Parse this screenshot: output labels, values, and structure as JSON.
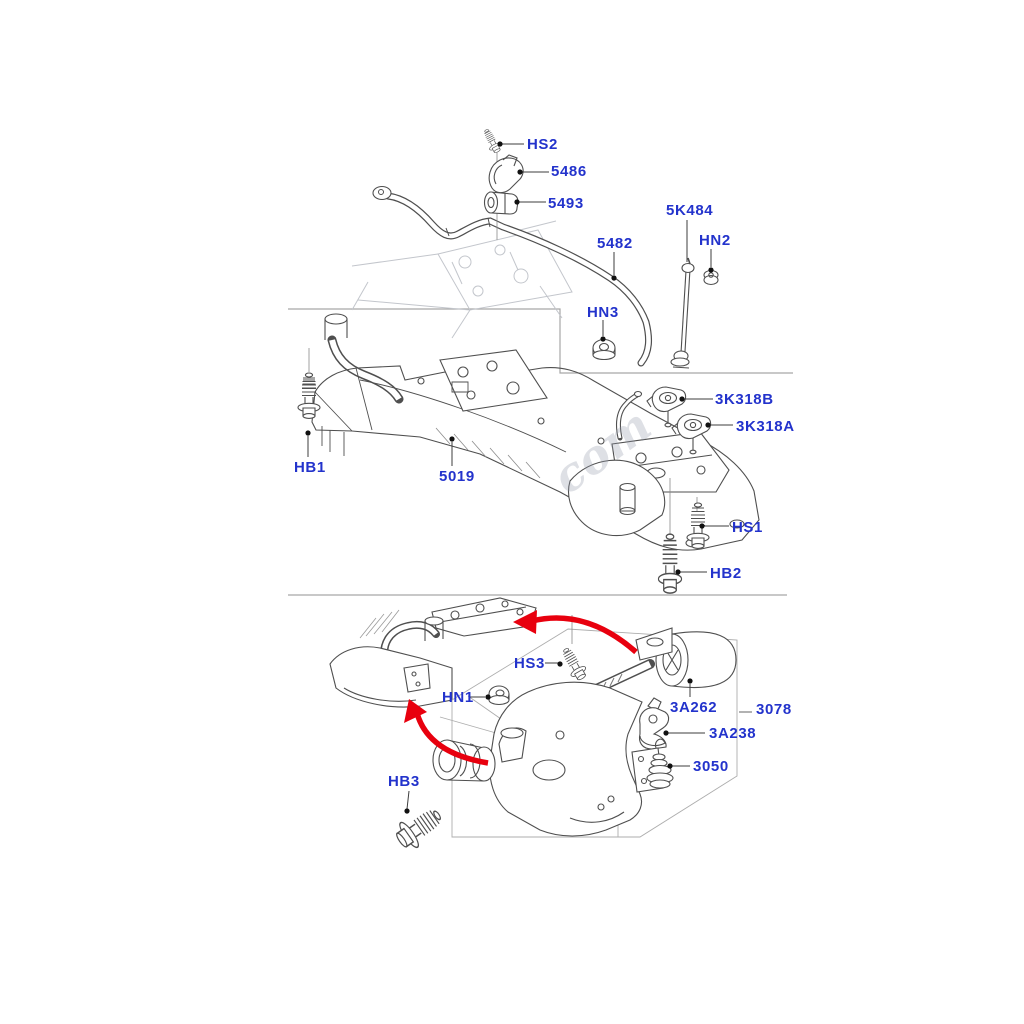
{
  "diagram_type": "exploded-parts-diagram",
  "watermark": "com",
  "colors": {
    "label_blue": "#2333cc",
    "arrow_red": "#e8000e",
    "art_gray": "#555555",
    "ghost_gray": "#c3c6cc",
    "construction_gray": "#adadad"
  },
  "labels": {
    "HS2": "HS2",
    "5486": "5486",
    "5493": "5493",
    "5482": "5482",
    "5K484": "5K484",
    "HN2": "HN2",
    "HN3": "HN3",
    "3K318B": "3K318B",
    "3K318A": "3K318A",
    "HB1": "HB1",
    "5019": "5019",
    "HS1": "HS1",
    "HB2": "HB2",
    "HS3": "HS3",
    "HN1": "HN1",
    "3A262": "3A262",
    "3078": "3078",
    "3A238": "3A238",
    "3050": "3050",
    "HB3": "HB3"
  }
}
